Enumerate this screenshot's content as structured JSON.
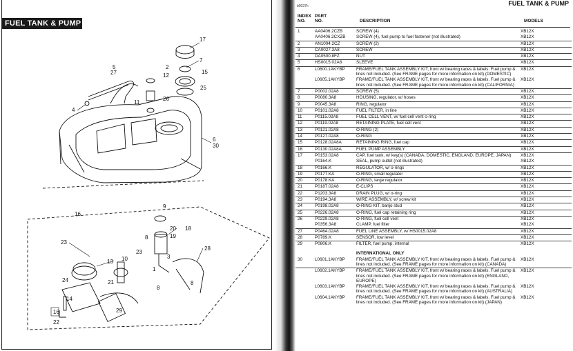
{
  "left_page": {
    "title": "FUEL TANK & PUMP",
    "callouts": [
      "17",
      "7",
      "5",
      "27",
      "2",
      "12",
      "15",
      "25",
      "11",
      "26",
      "4",
      "6",
      "30",
      "9",
      "16",
      "20",
      "18",
      "19",
      "8",
      "28",
      "23",
      "13",
      "10",
      "3",
      "1",
      "24",
      "21",
      "14",
      "22",
      "16",
      "23"
    ]
  },
  "right_page": {
    "doc_code": "b0037h",
    "title": "FUEL TANK & PUMP",
    "headers": {
      "index": "INDEX NO.",
      "index_l1": "INDEX",
      "index_l2": "NO.",
      "part_l1": "PART",
      "part_l2": "NO.",
      "description": "DESCRIPTION",
      "models": "MODELS"
    },
    "rows": [
      {
        "idx": "1",
        "part": "AA0406.2CZB",
        "desc": "SCREW (4)",
        "model": "XB12X",
        "rule": false
      },
      {
        "idx": "",
        "part": "AA0406.2CXZB",
        "desc": "SCREW (4), fuel pump to fuel fastener (not illustrated)",
        "model": "XB12X",
        "rule": false
      },
      {
        "idx": "2",
        "part": "AN1004.2CZ",
        "desc": "SCREW (2)",
        "model": "XB12X",
        "rule": true
      },
      {
        "idx": "3",
        "part": "CA0027.3A8",
        "desc": "SCREW",
        "model": "XB12X",
        "rule": true
      },
      {
        "idx": "4",
        "part": "DA0500.8FZ",
        "desc": "NUT",
        "model": "XB12X",
        "rule": true
      },
      {
        "idx": "5",
        "part": "HS0015.02A8",
        "desc": "SLEEVE",
        "model": "XB12X",
        "rule": true
      },
      {
        "idx": "6",
        "part": "L0600.1AKYBP",
        "desc": "FRAME/FUEL TANK ASSEMBLY KIT, front w/ bearing races & labels. Fuel pump & lines not included. (See FRAME pages for more information on kit) (DOMESTIC)",
        "model": "XB12X",
        "rule": true
      },
      {
        "idx": "",
        "part": "L0605.1AKYBP",
        "desc": "FRAME/FUEL TANK ASSEMBLY KIT, front w/ bearing races & labels. Fuel pump & lines not included. (See FRAME pages for more information on kit) (CALIFORNIA)",
        "model": "XB12X",
        "rule": false
      },
      {
        "idx": "7",
        "part": "P0002.02A8",
        "desc": "SCREW (5)",
        "model": "XB12X",
        "rule": true
      },
      {
        "idx": "8",
        "part": "P0080.3A8",
        "desc": "HOUSING, regulator, w/ hoses",
        "model": "XB12X",
        "rule": true
      },
      {
        "idx": "9",
        "part": "P0045.3A8",
        "desc": "RING, regulator",
        "model": "XB12X",
        "rule": true
      },
      {
        "idx": "10",
        "part": "P0101.02A8",
        "desc": "FUEL FILTER, in line",
        "model": "XB12X",
        "rule": true
      },
      {
        "idx": "11",
        "part": "P0115.02A8",
        "desc": "FUEL CELL VENT, w/ fuel cell vent o-ring",
        "model": "XB12X",
        "rule": true
      },
      {
        "idx": "12",
        "part": "P0119.02A8",
        "desc": "RETAINING PLATE, fuel cell vent",
        "model": "XB12X",
        "rule": true
      },
      {
        "idx": "13",
        "part": "P0121.02A8",
        "desc": "O-RING (2)",
        "model": "XB12X",
        "rule": true
      },
      {
        "idx": "14",
        "part": "P0127.02A8",
        "desc": "O-RING",
        "model": "XB12X",
        "rule": true
      },
      {
        "idx": "15",
        "part": "P0128.02A8A",
        "desc": "RETAINING RING, fuel cap",
        "model": "XB12X",
        "rule": true
      },
      {
        "idx": "16",
        "part": "P0130.02A8A",
        "desc": "FUEL PUMP ASSEMBLY",
        "model": "XB12X",
        "rule": true
      },
      {
        "idx": "17",
        "part": "P0153.02A8",
        "desc": "CAP, fuel tank, w/ key(s) (CANADA, DOMESTIC, ENGLAND, EUROPE, JAPAN)",
        "model": "XB12X",
        "rule": true
      },
      {
        "idx": "",
        "part": "P0164.K",
        "desc": "SEAL, pump outlet (not illustrated)",
        "model": "XB12X",
        "rule": false
      },
      {
        "idx": "18",
        "part": "P0166.K",
        "desc": "REGULATOR, w/ o-rings",
        "model": "XB12X",
        "rule": true
      },
      {
        "idx": "19",
        "part": "P0177.KA",
        "desc": "O-RING, small regulator",
        "model": "XB12X",
        "rule": true
      },
      {
        "idx": "20",
        "part": "P0178.KA",
        "desc": "O-RING, large regulator",
        "model": "XB12X",
        "rule": true
      },
      {
        "idx": "21",
        "part": "P0187.02A8",
        "desc": "E-CLIPS",
        "model": "XB12X",
        "rule": true
      },
      {
        "idx": "22",
        "part": "P1203.3A8",
        "desc": "DRAIN PLUG, w/ o-ring",
        "model": "XB12X",
        "rule": true
      },
      {
        "idx": "23",
        "part": "P0194.3A8",
        "desc": "WIRE ASSEMBLY, w/ screw kit",
        "model": "XB12X",
        "rule": true
      },
      {
        "idx": "24",
        "part": "P0198.02A8",
        "desc": "O-RING KIT, banjo stud",
        "model": "XB12X",
        "rule": true
      },
      {
        "idx": "25",
        "part": "P0226.02A8",
        "desc": "O-RING, fuel cap retaining ring",
        "model": "XB12X",
        "rule": true
      },
      {
        "idx": "26",
        "part": "P0229.02A8",
        "desc": "O-RING, fuel cell vent",
        "model": "XB12X",
        "rule": true
      },
      {
        "idx": "",
        "part": "P0356.3A8",
        "desc": "CLAMP, fuel filter",
        "model": "XB12X",
        "rule": false
      },
      {
        "idx": "27",
        "part": "P0464.02A8",
        "desc": "FUEL LINE ASSEMBLY, w/ HS0015.02A8",
        "model": "XB12X",
        "rule": true
      },
      {
        "idx": "28",
        "part": "P0789.K",
        "desc": "SENSOR, low level",
        "model": "XB12X",
        "rule": true
      },
      {
        "idx": "29",
        "part": "P0806.K",
        "desc": "FILTER, fuel pump, internal",
        "model": "XB12X",
        "rule": true
      }
    ],
    "international_title": "INTERNATIONAL ONLY",
    "intl_rows": [
      {
        "idx": "30",
        "part": "L0601.1AKYBP",
        "desc": "FRAME/FUEL TANK ASSEMBLY KIT, front w/ bearing races & labels. Fuel pump & lines not included. (See FRAME pages for more information on kit) (CANADA)",
        "model": "XB12X",
        "rule": false
      },
      {
        "idx": "",
        "part": "L0602.1AKYBP",
        "desc": "FRAME/FUEL TANK ASSEMBLY KIT, front w/ bearing races & labels. Fuel pump & lines not included. (See FRAME pages for more information on kit) (ENGLAND, EUROPE)",
        "model": "XB12X",
        "rule": true
      },
      {
        "idx": "",
        "part": "L0603.1AKYBP",
        "desc": "FRAME/FUEL TANK ASSEMBLY KIT, front w/ bearing races & labels. Fuel pump & lines not included. (See FRAME pages for more information on kit) (AUSTRALIA)",
        "model": "XB12X",
        "rule": false
      },
      {
        "idx": "",
        "part": "L0604.1AKYBP",
        "desc": "FRAME/FUEL TANK ASSEMBLY KIT, front w/ bearing races & labels. Fuel pump & lines not included. (See FRAME pages for more information on kit) (JAPAN)",
        "model": "XB12X",
        "rule": false
      }
    ]
  }
}
